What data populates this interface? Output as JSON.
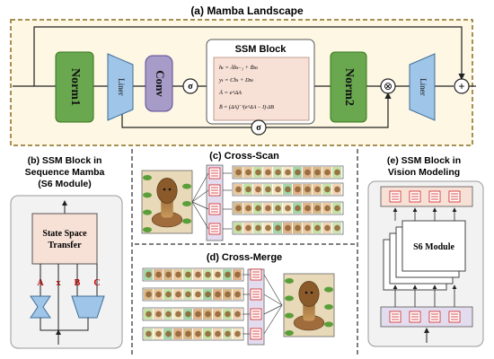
{
  "panels": {
    "a": {
      "title": "(a) Mamba Landscape"
    },
    "b": {
      "title_line1": "(b) SSM Block in",
      "title_line2": "Sequence Mamba",
      "title_line3": "(S6 Module)"
    },
    "c": {
      "title": "(c) Cross-Scan"
    },
    "d": {
      "title": "(d) Cross-Merge"
    },
    "e": {
      "title_line1": "(e) SSM Block in",
      "title_line2": "Vision Modeling"
    }
  },
  "mamba": {
    "norm1": "Norm1",
    "liner1": "Liner",
    "conv": "Conv",
    "sigma": "σ",
    "ssm_title": "SSM Block",
    "eq1": "hₜ = Āhₜ₋₁ + B̄xₜ",
    "eq2": "yₜ = Chₜ + Dxₜ",
    "eq3": "Ā = e^ΔA",
    "eq4": "B̄ = (ΔA)⁻¹(e^ΔA − I)·ΔB",
    "norm2": "Norm2",
    "liner2": "Liner",
    "times": "⊗",
    "plus": "+"
  },
  "s6": {
    "block_line1": "State Space",
    "block_line2": "Transfer",
    "label_a": "A",
    "label_x": "x",
    "label_b": "B",
    "label_c": "C"
  },
  "vision": {
    "module": "S6 Module"
  },
  "colors": {
    "norm_green": "#6aa84f",
    "liner_blue": "#9fc5e8",
    "conv_purple": "#a79bc8",
    "ssm_pink": "#f7e0d6",
    "panel_yellow": "#fdf7e4",
    "dash": "#8a6d1e",
    "arrow_red": "#cc0000"
  }
}
